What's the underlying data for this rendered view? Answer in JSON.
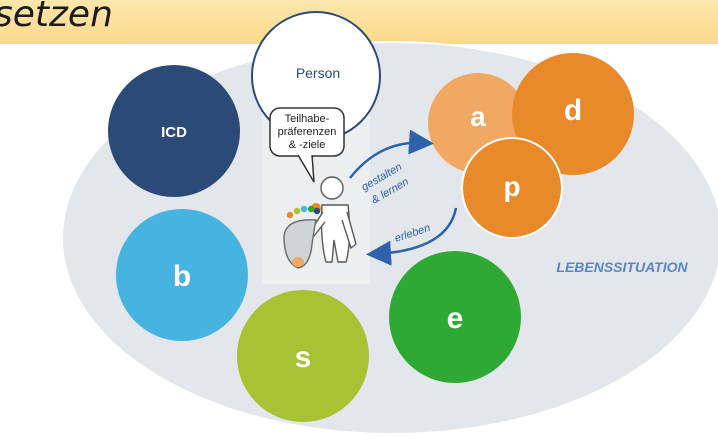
{
  "header": {
    "title": "setzen"
  },
  "diagram": {
    "person_bubble": "Person",
    "speech_bubble": [
      "Teilhabe-",
      "präferenzen",
      "& -ziele"
    ],
    "circles": {
      "icd": "ICD",
      "b": "b",
      "s": "s",
      "e": "e",
      "a": "a",
      "d": "d",
      "p": "p"
    },
    "arrow_top_label": [
      "gestalten",
      "& lernen"
    ],
    "arrow_bottom_label": "erleben",
    "context_label": "LEBENSSITUATION"
  },
  "colors": {
    "title_band": "#fbd98a",
    "ellipse": "#e3e6ea",
    "icd": "#2c4a78",
    "b": "#45b4e1",
    "s": "#a7c232",
    "e": "#2eaa34",
    "a": "#f1a862",
    "d": "#e8892a",
    "p": "#e8892a",
    "arrow": "#2d63aa",
    "context": "#5b86c5"
  }
}
